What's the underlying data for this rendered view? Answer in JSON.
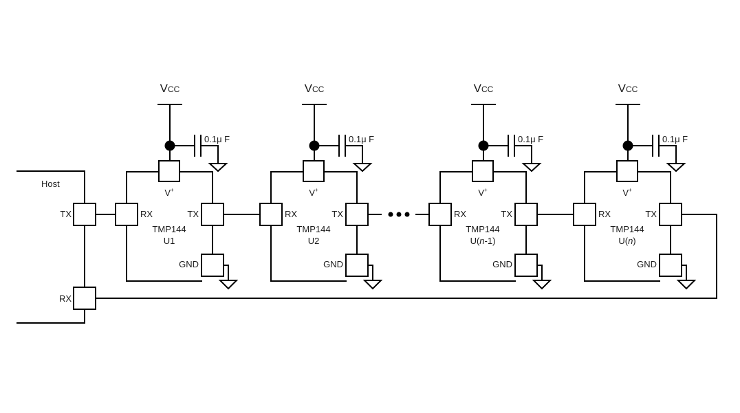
{
  "host": {
    "label": "Host",
    "tx_label": "TX",
    "rx_label": "RX"
  },
  "common": {
    "vcc_main": "V",
    "vcc_sub": "CC",
    "cap": "0.1μ F",
    "vplus_main": "V",
    "vplus_sup": "+",
    "rx": "RX",
    "tx": "TX",
    "gnd": "GND",
    "part": "TMP144"
  },
  "devices": [
    {
      "unit": [
        {
          "t": "U1",
          "i": false
        }
      ]
    },
    {
      "unit": [
        {
          "t": "U2",
          "i": false
        }
      ]
    },
    {
      "unit": [
        {
          "t": "U(",
          "i": false
        },
        {
          "t": "n",
          "i": true
        },
        {
          "t": "-1)",
          "i": false
        }
      ]
    },
    {
      "unit": [
        {
          "t": "U(",
          "i": false
        },
        {
          "t": "n",
          "i": true
        },
        {
          "t": ")",
          "i": false
        }
      ]
    }
  ],
  "colors": {
    "line": "#000000",
    "text": "#1a1a1a",
    "background": "#ffffff"
  }
}
